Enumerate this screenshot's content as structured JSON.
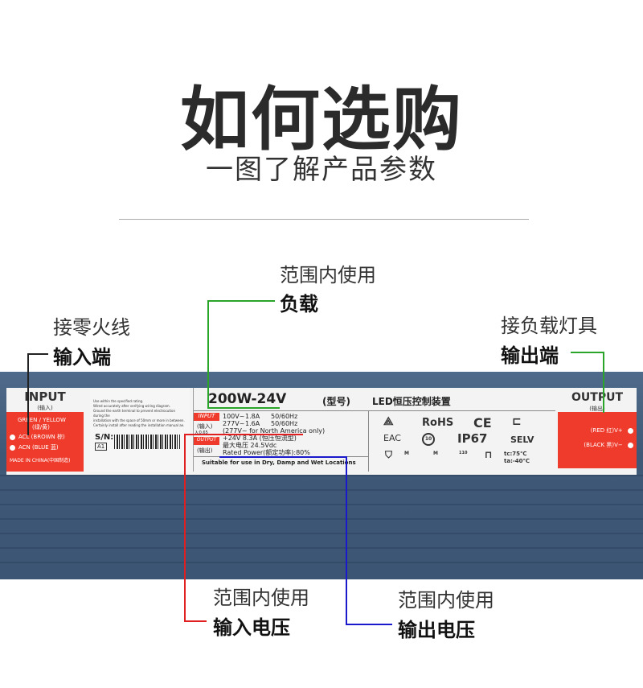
{
  "header": {
    "title": "如何选购",
    "subtitle": "一图了解产品参数"
  },
  "callouts": {
    "load": {
      "caption": "范围内使用",
      "label": "负载",
      "color": "#2aa52a"
    },
    "input_end": {
      "caption": "接零火线",
      "label": "输入端",
      "color": "#222222"
    },
    "output_end": {
      "caption": "接负载灯具",
      "label": "输出端",
      "color": "#2aa52a"
    },
    "input_voltage": {
      "caption": "范围内使用",
      "label": "输入电压",
      "color": "#e02020"
    },
    "output_voltage": {
      "caption": "范围内使用",
      "label": "输出电压",
      "color": "#1a1acc"
    }
  },
  "label": {
    "input_panel": {
      "title": "INPUT",
      "sub": "(输入)",
      "ground": "GREEN / YELLOW",
      "ground_cn": "(绿/黄)",
      "acl": "ACL (BROWN 棕)",
      "acn": "ACN (BLUE 蓝)",
      "made": "MADE IN CHINA(中国制造)"
    },
    "notes": [
      "Use within the specified rating.",
      "Wired accurately after verifying wiring diagram.",
      "Ground the earth terminal to prevent electrocution during the",
      "installation with the space of 50mm or more in between.",
      "Certainly install after reading the installation manual ae."
    ],
    "sn_label": "S/N:",
    "sn_value": "A1",
    "model": "200W-24V",
    "model_tag": "(型号)",
    "product": "LED恒压控制装置",
    "input_tag": "INPUT",
    "input_cn": "(输入)",
    "pf": "λ:0.65",
    "input_rows": [
      [
        "100V~",
        "1.8A",
        "50/60Hz"
      ],
      [
        "277V~",
        "1.6A",
        "50/60Hz"
      ]
    ],
    "na_note": "(277V~ for North America only)",
    "output_tag": "OUTPUT",
    "output_cn": "(输出)",
    "output_rows": [
      "+24V     8.3A (恒压恒流型)",
      "最大电压  24.5Vdc",
      "Rated Power(额定功率):80%"
    ],
    "suitable": "Suitable for use in Dry, Damp and Wet Locations",
    "certs": {
      "rohs": "RoHS",
      "ce": "CE",
      "eac": "EAC",
      "ten": "10",
      "ip": "IP67",
      "selv": "SELV",
      "m1": "M",
      "m2": "M",
      "t110": "110",
      "tc": "tc:75℃",
      "ta": "ta:-40℃"
    },
    "output_panel": {
      "title": "OUTPUT",
      "sub": "(输出)",
      "vplus": "(RED 红)V+",
      "vminus": "(BLACK 黑)V−"
    }
  }
}
